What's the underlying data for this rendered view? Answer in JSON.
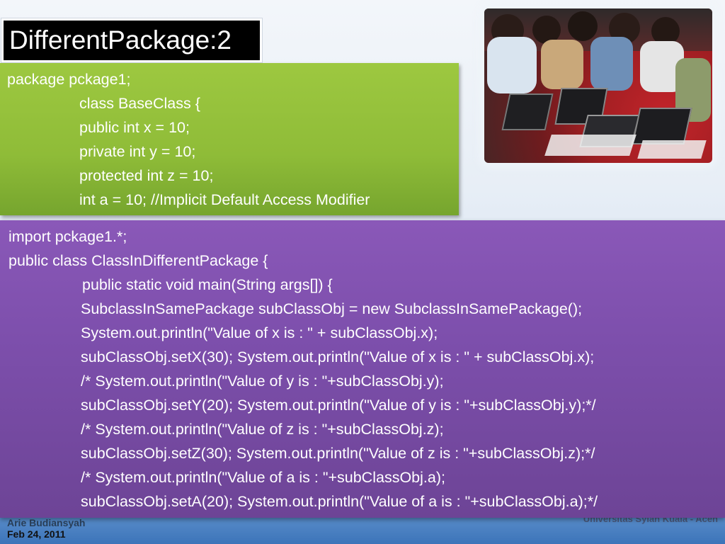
{
  "slide": {
    "title": "DifferentPackage:2",
    "photo_icon": "children-with-laptops-photo"
  },
  "green_code": {
    "lines": [
      "package pckage1;",
      "class BaseClass {",
      "public int x = 10;",
      "private int y = 10;",
      "protected int z = 10;",
      "int a = 10; //Implicit Default Access Modifier"
    ]
  },
  "purple_code": {
    "lines": [
      "import pckage1.*;",
      "public class ClassInDifferentPackage {",
      "public static void main(String args[]) {",
      "SubclassInSamePackage subClassObj = new SubclassInSamePackage();",
      "System.out.println(\"Value of x is : \" + subClassObj.x);",
      "subClassObj.setX(30); System.out.println(\"Value of x is : \" + subClassObj.x);",
      "/* System.out.println(\"Value of y is : \"+subClassObj.y);",
      "subClassObj.setY(20); System.out.println(\"Value of y is : \"+subClassObj.y);*/",
      "/* System.out.println(\"Value of z is : \"+subClassObj.z);",
      "subClassObj.setZ(30); System.out.println(\"Value of z is : \"+subClassObj.z);*/",
      "/* System.out.println(\"Value of a is : \"+subClassObj.a);",
      "subClassObj.setA(20); System.out.println(\"Value of a is : \"+subClassObj.a);*/"
    ]
  },
  "footer": {
    "author": "Arie Budiansyah",
    "date": "Feb 24, 2011",
    "institution": "Universitas Syiah Kuala - Aceh"
  }
}
